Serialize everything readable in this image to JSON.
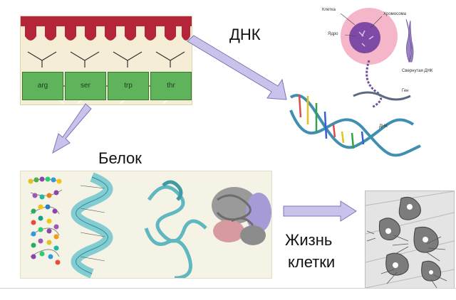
{
  "labels": {
    "dna": "ДНК",
    "protein": "Белок",
    "cell_life_line1": "Жизнь",
    "cell_life_line2": "клетки"
  },
  "translation": {
    "amino_acids": [
      "arg",
      "ser",
      "trp",
      "thr"
    ]
  },
  "cell_diagram": {
    "cell": "Клетка",
    "chromosome": "Хромосома",
    "nucleus": "Ядро",
    "coiled_dna": "Свернутая ДНК",
    "gene": "Ген",
    "dna": "ДНК"
  },
  "colors": {
    "trna": "#b5253a",
    "amino": "#5fb35a",
    "arrow": "#c9c3ec",
    "cell_pink": "#f4b6c8",
    "nucleus": "#7e4aa6"
  }
}
